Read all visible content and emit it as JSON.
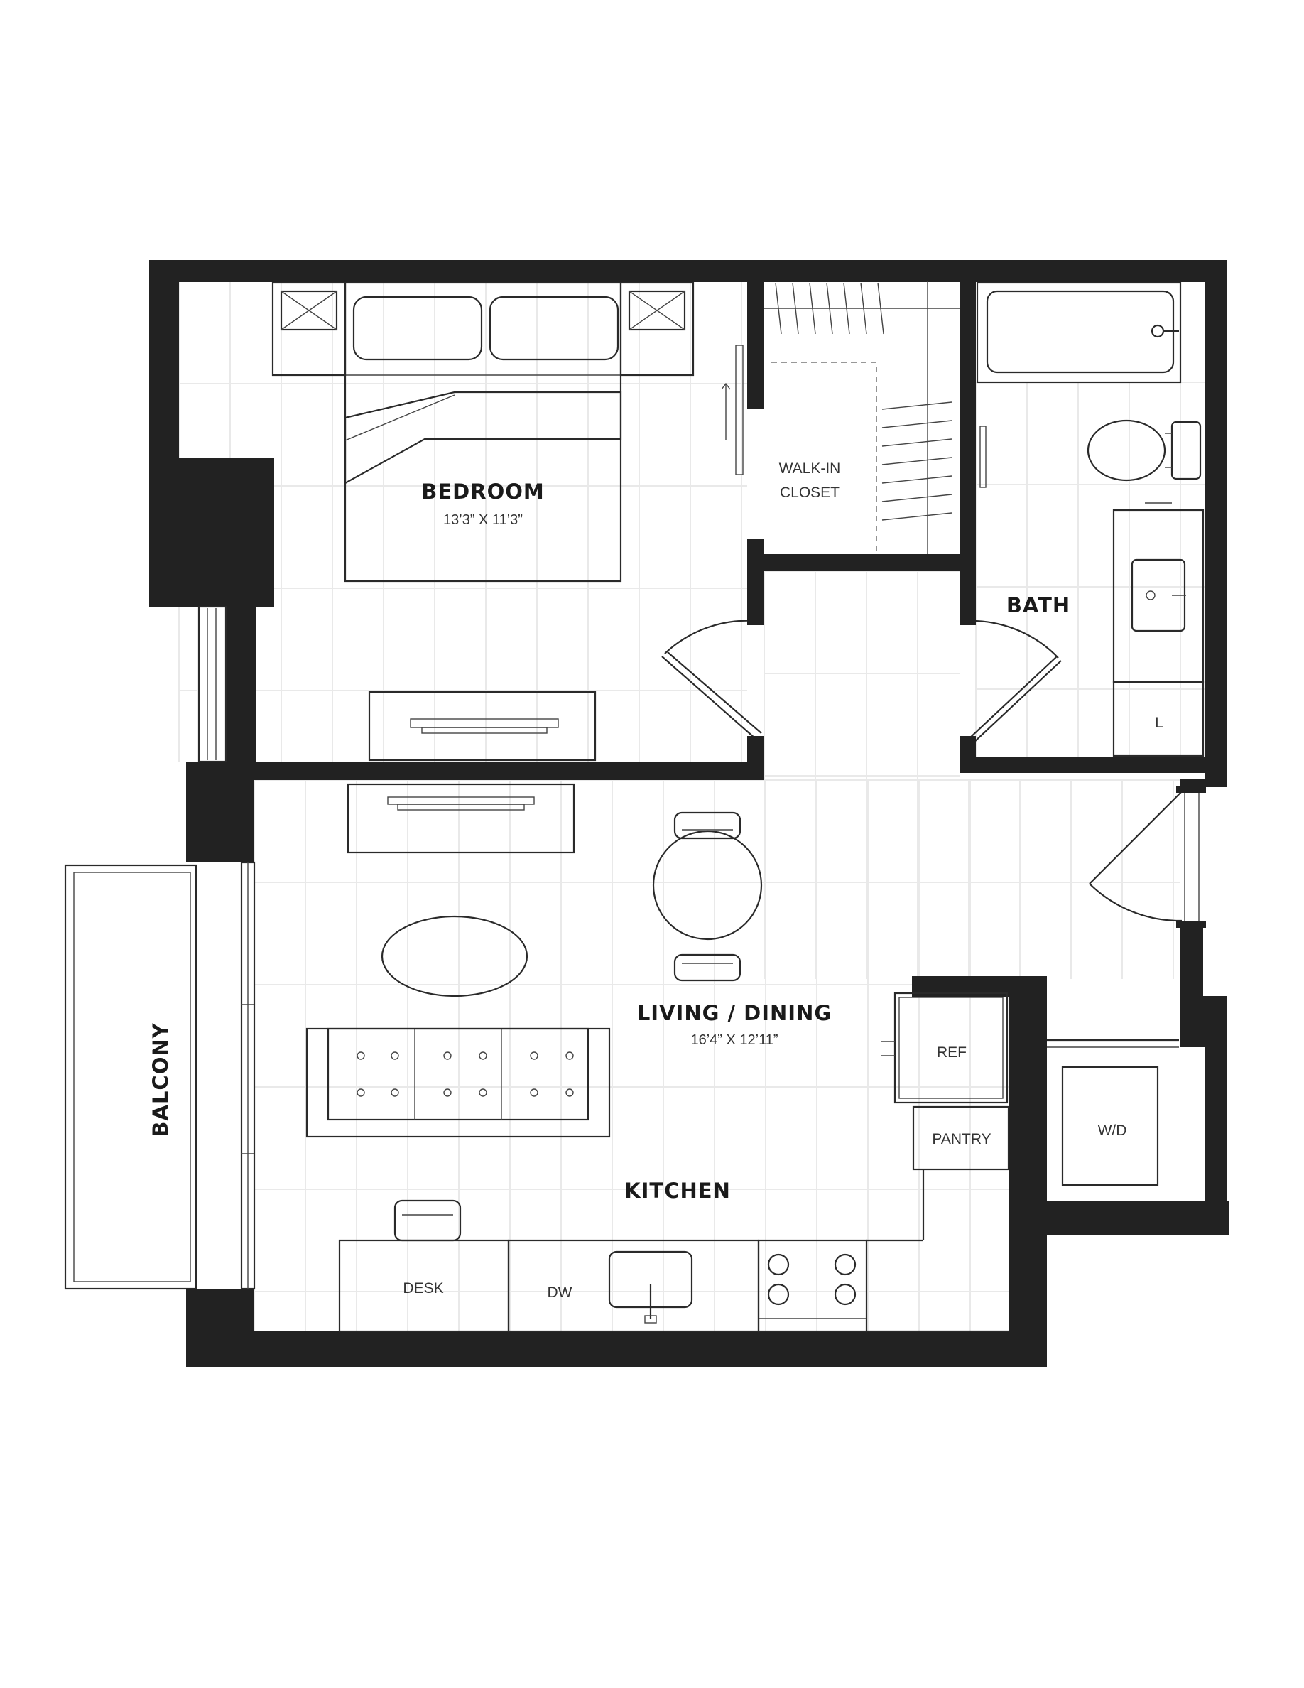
{
  "rooms": {
    "bedroom": {
      "name": "BEDROOM",
      "dimensions": "13’3” X 11’3”"
    },
    "walk_in_closet": {
      "line1": "WALK-IN",
      "line2": "CLOSET"
    },
    "bath": {
      "name": "BATH"
    },
    "living_dining": {
      "name": "LIVING / DINING",
      "dimensions": "16’4” X 12’11”"
    },
    "kitchen": {
      "name": "KITCHEN"
    },
    "balcony": {
      "name": "BALCONY"
    }
  },
  "fixtures": {
    "linen": "L",
    "refrigerator": "REF",
    "pantry": "PANTRY",
    "washer_dryer": "W/D",
    "desk": "DESK",
    "dishwasher": "DW"
  },
  "colors": {
    "walls": "#222222",
    "floor_tile": "#e9e9e9",
    "line_work": "#2a2a2a"
  }
}
